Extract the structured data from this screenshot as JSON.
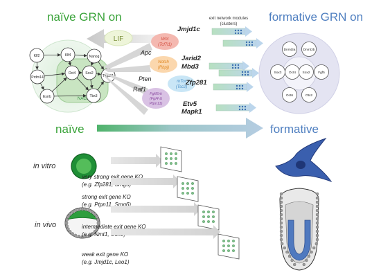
{
  "titles": {
    "naive_grn": "naïve GRN on",
    "formative_grn": "formative GRN on",
    "naive_state": "naïve",
    "formative_state": "formative",
    "exit_modules_line1": "exit network modules",
    "exit_modules_line2": "(clusters)"
  },
  "naive_network": {
    "nodes": [
      "Klf2",
      "Klf4",
      "Nanog",
      "Prdm14",
      "Oct4",
      "Sox2",
      "Tfcp2l1",
      "Esrrb",
      "Tbx3"
    ],
    "group_label": "NAGs"
  },
  "formative_network": {
    "nodes": [
      "Dnmt3a",
      "Dnmt3b",
      "Sox3",
      "Oct4",
      "Sox2",
      "Fgf5",
      "Otx2",
      "Oct6"
    ]
  },
  "lif_label": "LIF",
  "signaling": {
    "genes_left": [
      "Apc",
      "Pten",
      "Raf1"
    ],
    "pathways": [
      {
        "line1": "Wnt",
        "line2": "(Tcf7l1)",
        "color": "#f4b8b0",
        "text_color": "#d24a3c"
      },
      {
        "line1": "Notch",
        "line2": "(Rbpj)",
        "color": "#fbd7ad",
        "text_color": "#e0861f"
      },
      {
        "line1": "mTor",
        "line2": "(Tsc2)",
        "color": "#c9e6f6",
        "text_color": "#4a90c8"
      },
      {
        "line1": "Fgf/Erk",
        "line2": "(Fgf4 &",
        "line3": "Ptpn11)",
        "color": "#d9c2e4",
        "text_color": "#8a4aa0"
      }
    ],
    "exit_genes": [
      {
        "line1": "Jmjd1c"
      },
      {
        "line1": "Jarid2",
        "line2": "Mbd3"
      },
      {
        "line1": "Zfp281"
      },
      {
        "line1": "Etv5",
        "line2": "Mapk1"
      }
    ]
  },
  "contexts": {
    "in_vitro": "in vitro",
    "in_vivo": "in vivo"
  },
  "ko_levels": [
    {
      "label": "very strong exit gene KO",
      "examples": "(e.g. Zfp281, Smg5)"
    },
    {
      "label": "strong exit gene KO",
      "examples": "(e.g. Ptpn11, Smg6)"
    },
    {
      "label": "intermediate exit gene KO",
      "examples": "(e.g. Nmt1, Cdk8)"
    },
    {
      "label": "weak exit gene KO",
      "examples": "(e.g. Jmjd1c, Leo1)"
    }
  ],
  "colors": {
    "naive_green": "#3aa33a",
    "formative_blue": "#4f7fc0",
    "cell_green": "#2e9e3e",
    "cell_blue": "#3a5fae",
    "arrow_gray": "#d9d9d9"
  }
}
